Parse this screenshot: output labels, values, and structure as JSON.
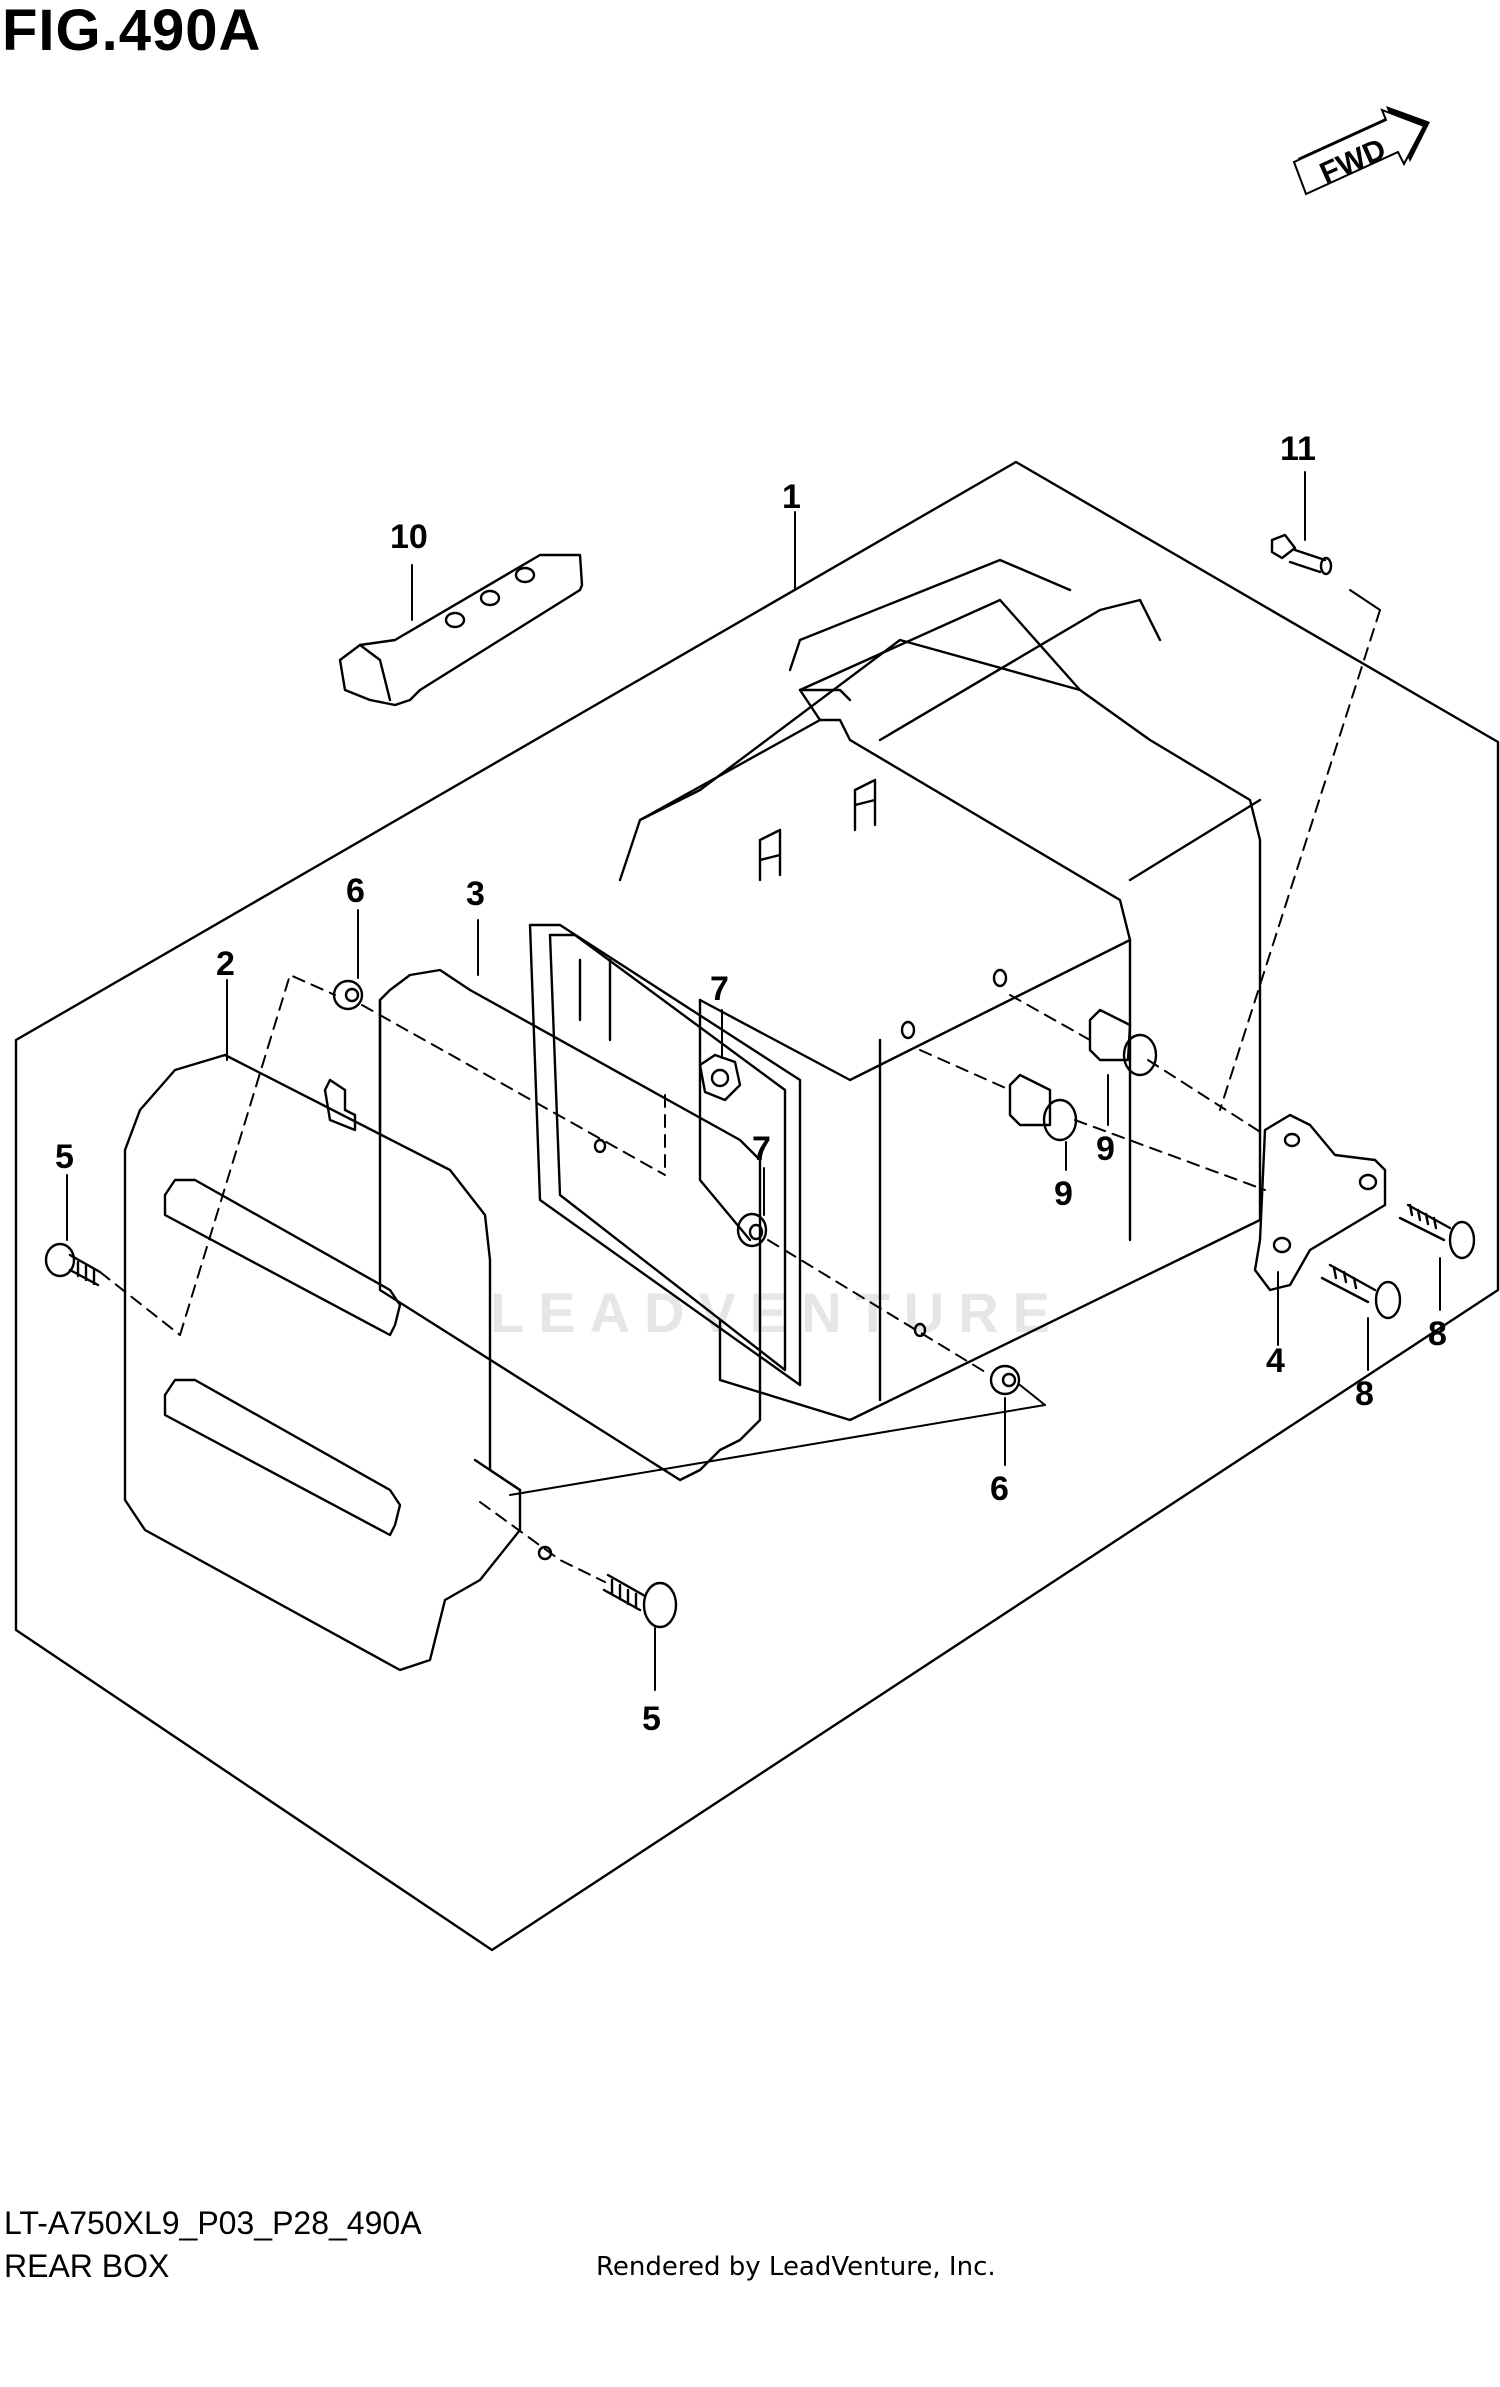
{
  "header": {
    "title": "FIG.490A"
  },
  "direction_indicator": {
    "label": "FWD",
    "icon": "fwd-arrow-icon"
  },
  "watermark": {
    "text": "LEADVENTURE"
  },
  "callouts": [
    {
      "id": "c1",
      "label": "1"
    },
    {
      "id": "c2",
      "label": "2"
    },
    {
      "id": "c3",
      "label": "3"
    },
    {
      "id": "c4",
      "label": "4"
    },
    {
      "id": "c5a",
      "label": "5"
    },
    {
      "id": "c5b",
      "label": "5"
    },
    {
      "id": "c6a",
      "label": "6"
    },
    {
      "id": "c6b",
      "label": "6"
    },
    {
      "id": "c7a",
      "label": "7"
    },
    {
      "id": "c7b",
      "label": "7"
    },
    {
      "id": "c8a",
      "label": "8"
    },
    {
      "id": "c8b",
      "label": "8"
    },
    {
      "id": "c9a",
      "label": "9"
    },
    {
      "id": "c9b",
      "label": "9"
    },
    {
      "id": "c10",
      "label": "10"
    },
    {
      "id": "c11",
      "label": "11"
    }
  ],
  "footer": {
    "diagram_code": "LT-A750XL9_P03_P28_490A",
    "diagram_name": "REAR BOX",
    "rendered_by": "Rendered by LeadVenture, Inc."
  }
}
